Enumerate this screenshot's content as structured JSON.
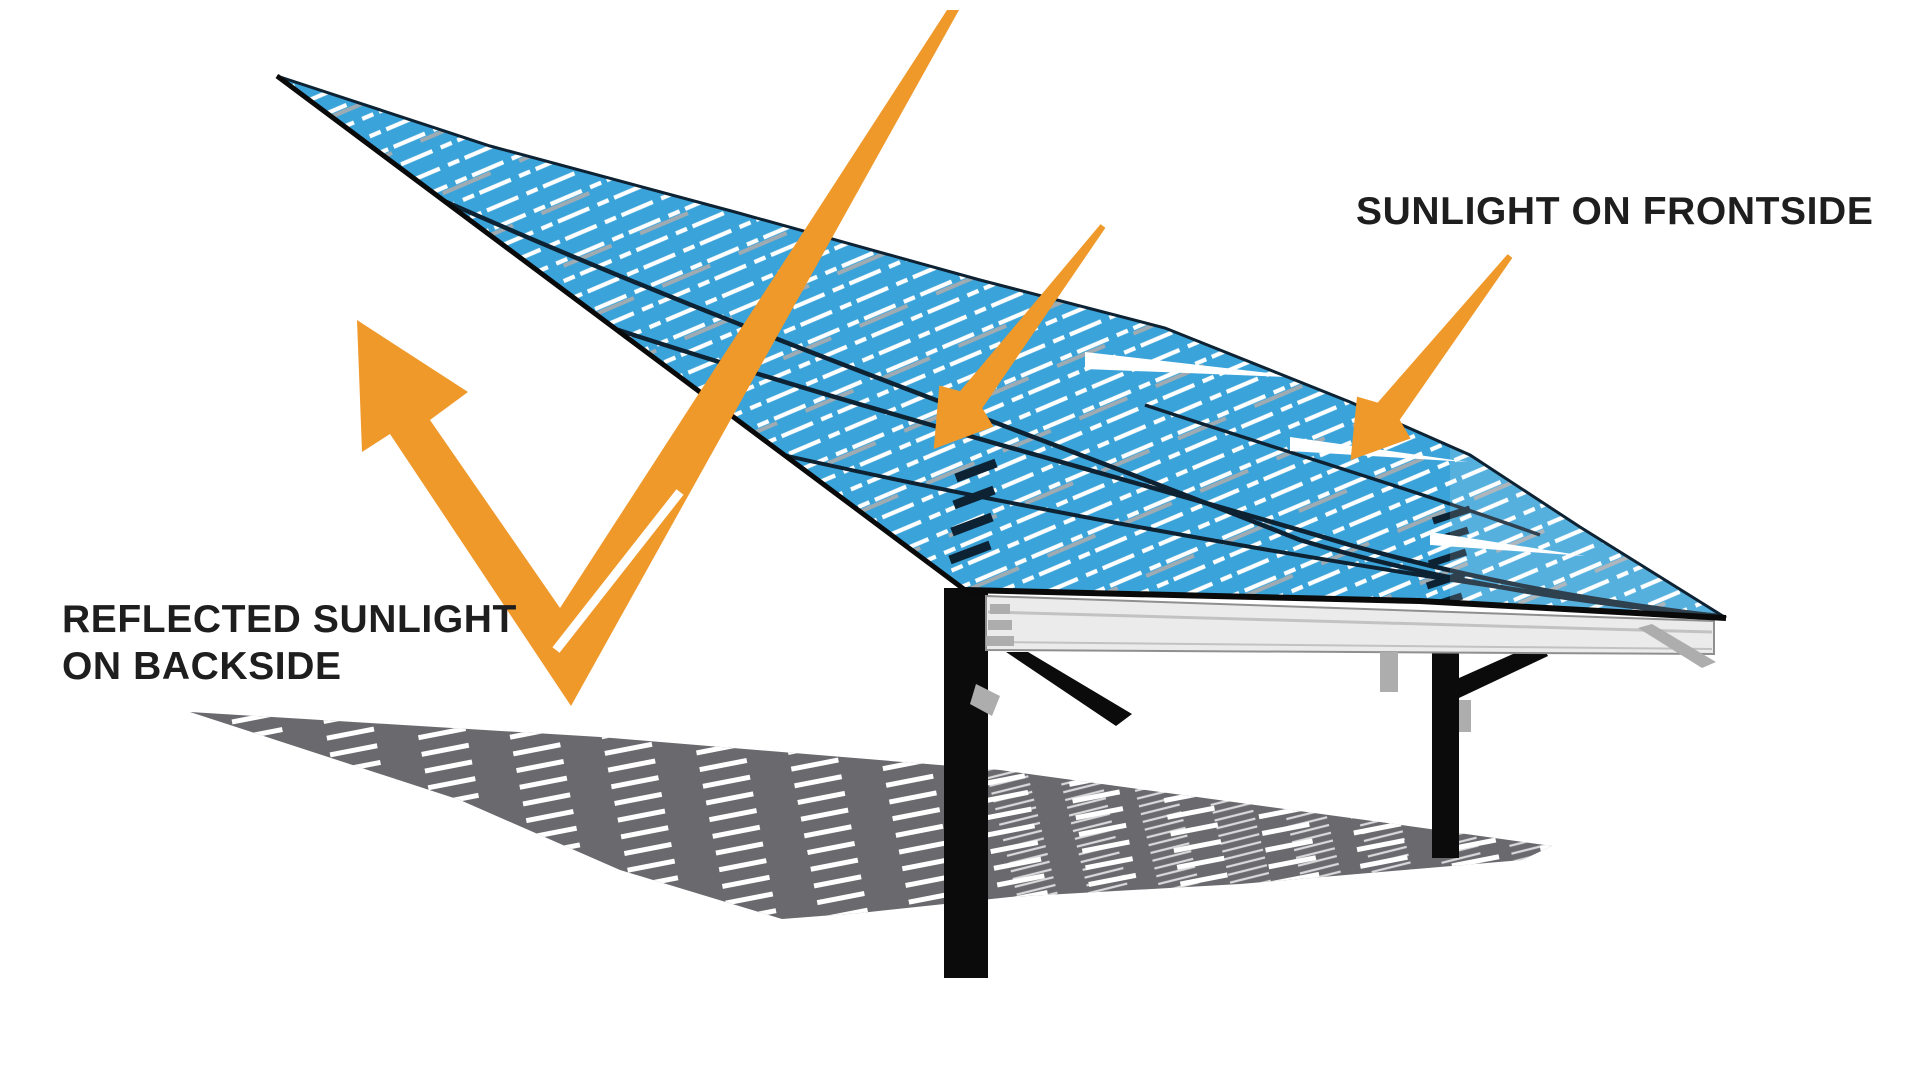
{
  "labels": {
    "frontside": "SUNLIGHT ON FRONTSIDE",
    "backside_line1": "REFLECTED SUNLIGHT",
    "backside_line2": "ON BACKSIDE"
  },
  "colors": {
    "background": "#FFFFFF",
    "panel_blue": "#3AA3D9",
    "panel_outline": "#0D2233",
    "panel_edge_black": "#0A0A0A",
    "arrow_orange": "#F0992B",
    "shadow_gray": "#69696E",
    "post_black": "#0B0B0B",
    "beam_light": "#EBEBEB",
    "beam_mid": "#C2C2C2",
    "beam_dark": "#8F8F8F",
    "bracket_gray": "#ADADAD",
    "text_dark": "#1E1E1E"
  }
}
